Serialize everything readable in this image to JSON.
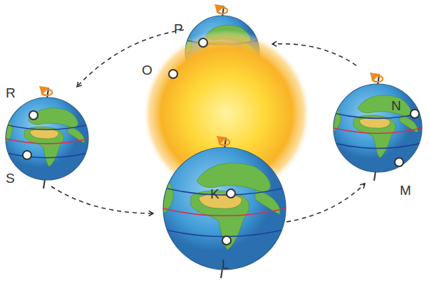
{
  "diagram": {
    "labels": [
      "P",
      "O",
      "R",
      "N",
      "S",
      "M",
      "K",
      "L"
    ]
  }
}
